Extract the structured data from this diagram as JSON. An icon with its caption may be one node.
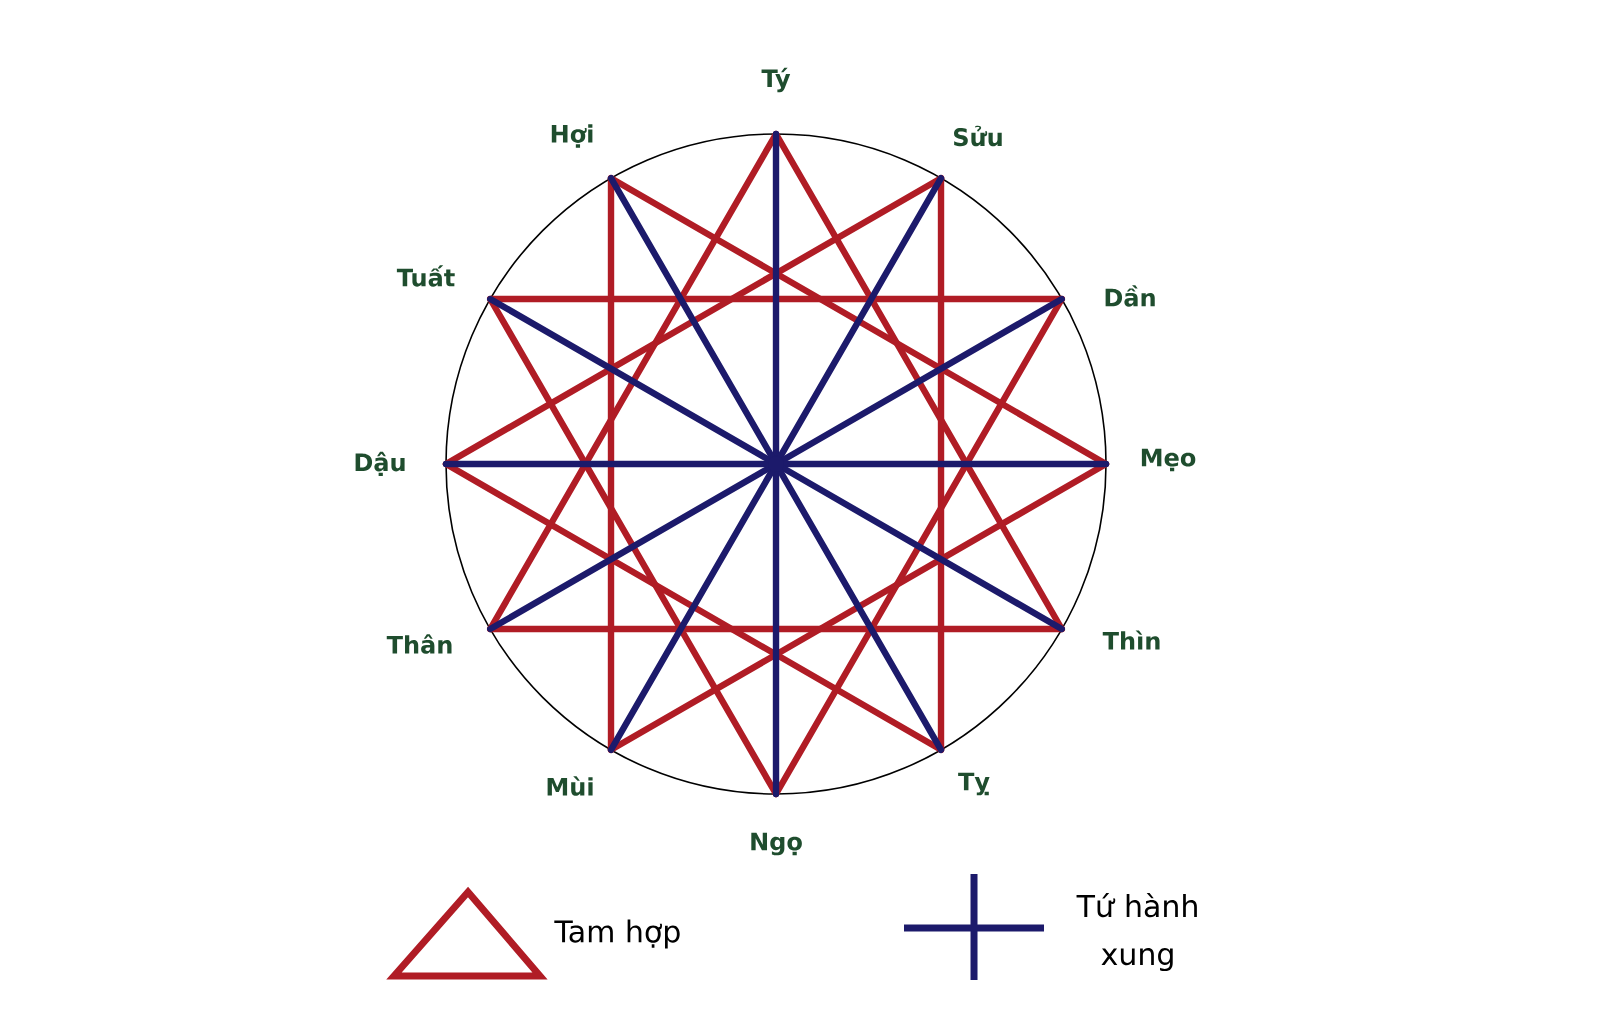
{
  "diagram": {
    "nodes": [
      {
        "text": [
          "Tý"
        ]
      },
      {
        "text": [
          "Sửu"
        ]
      },
      {
        "text": [
          "Dần"
        ]
      },
      {
        "text": [
          "Mẹo"
        ]
      },
      {
        "text": [
          "Thìn"
        ]
      },
      {
        "text": [
          "Tỵ"
        ]
      },
      {
        "text": [
          "Ngọ"
        ]
      },
      {
        "text": [
          "Mùi"
        ]
      },
      {
        "text": [
          "Thân"
        ]
      },
      {
        "text": [
          "Dậu"
        ]
      },
      {
        "text": [
          "Tuất"
        ]
      },
      {
        "text": [
          "Hợi"
        ]
      }
    ],
    "edges": [
      {
        "from": 0,
        "to": 4,
        "arrow": "none"
      },
      {
        "from": 4,
        "to": 8,
        "arrow": "none"
      },
      {
        "from": 8,
        "to": 0,
        "arrow": "none"
      },
      {
        "from": 1,
        "to": 5,
        "arrow": "none"
      },
      {
        "from": 5,
        "to": 9,
        "arrow": "none"
      },
      {
        "from": 9,
        "to": 1,
        "arrow": "none"
      },
      {
        "from": 2,
        "to": 6,
        "arrow": "none"
      },
      {
        "from": 6,
        "to": 10,
        "arrow": "none"
      },
      {
        "from": 10,
        "to": 2,
        "arrow": "none"
      },
      {
        "from": 3,
        "to": 7,
        "arrow": "none"
      },
      {
        "from": 7,
        "to": 11,
        "arrow": "none"
      },
      {
        "from": 11,
        "to": 3,
        "arrow": "none"
      },
      {
        "from": 0,
        "to": 6,
        "arrow": "none",
        "color": "#1c1a6b"
      },
      {
        "from": 1,
        "to": 7,
        "arrow": "none",
        "color": "#1c1a6b"
      },
      {
        "from": 2,
        "to": 8,
        "arrow": "none",
        "color": "#1c1a6b"
      },
      {
        "from": 3,
        "to": 9,
        "arrow": "none",
        "color": "#1c1a6b"
      },
      {
        "from": 4,
        "to": 10,
        "arrow": "none",
        "color": "#1c1a6b"
      },
      {
        "from": 5,
        "to": 11,
        "arrow": "none",
        "color": "#1c1a6b"
      }
    ],
    "legend": [
      {
        "text": "Tam hợp"
      },
      {
        "text": "Tứ hành xung"
      }
    ]
  }
}
